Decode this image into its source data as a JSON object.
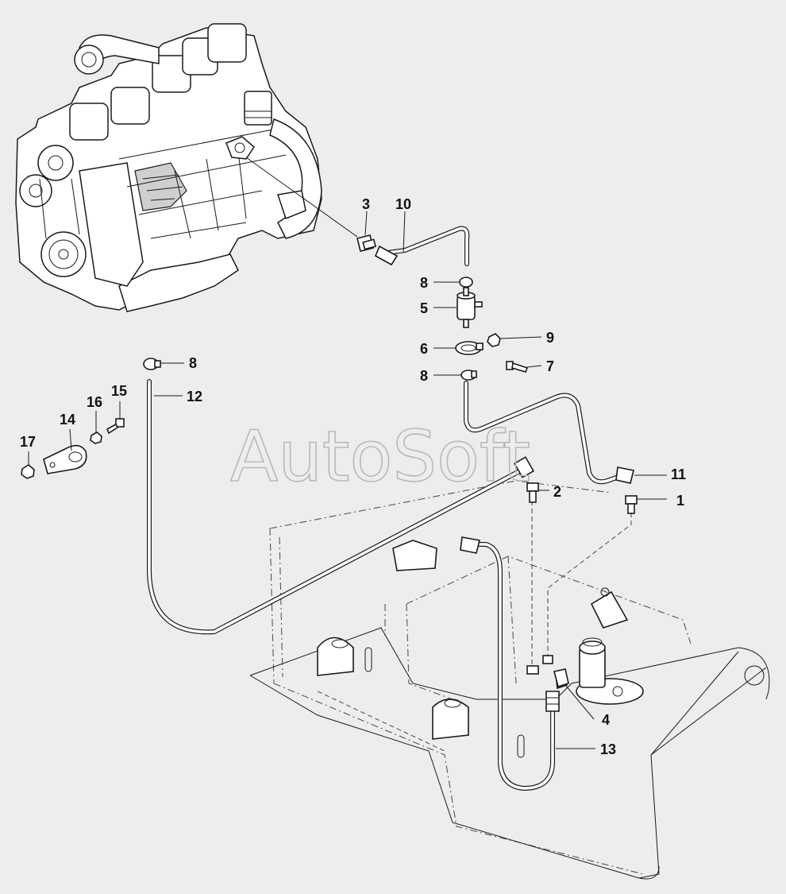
{
  "watermark": "AutoSoft",
  "callouts": [
    {
      "id": "c1",
      "label": "1"
    },
    {
      "id": "c2",
      "label": "2"
    },
    {
      "id": "c3",
      "label": "3"
    },
    {
      "id": "c4",
      "label": "4"
    },
    {
      "id": "c5",
      "label": "5"
    },
    {
      "id": "c6",
      "label": "6"
    },
    {
      "id": "c7",
      "label": "7"
    },
    {
      "id": "c8a",
      "label": "8"
    },
    {
      "id": "c8b",
      "label": "8"
    },
    {
      "id": "c8c",
      "label": "8"
    },
    {
      "id": "c9",
      "label": "9"
    },
    {
      "id": "c10",
      "label": "10"
    },
    {
      "id": "c11",
      "label": "11"
    },
    {
      "id": "c12",
      "label": "12"
    },
    {
      "id": "c13",
      "label": "13"
    },
    {
      "id": "c14",
      "label": "14"
    },
    {
      "id": "c15",
      "label": "15"
    },
    {
      "id": "c16",
      "label": "16"
    },
    {
      "id": "c17",
      "label": "17"
    }
  ]
}
